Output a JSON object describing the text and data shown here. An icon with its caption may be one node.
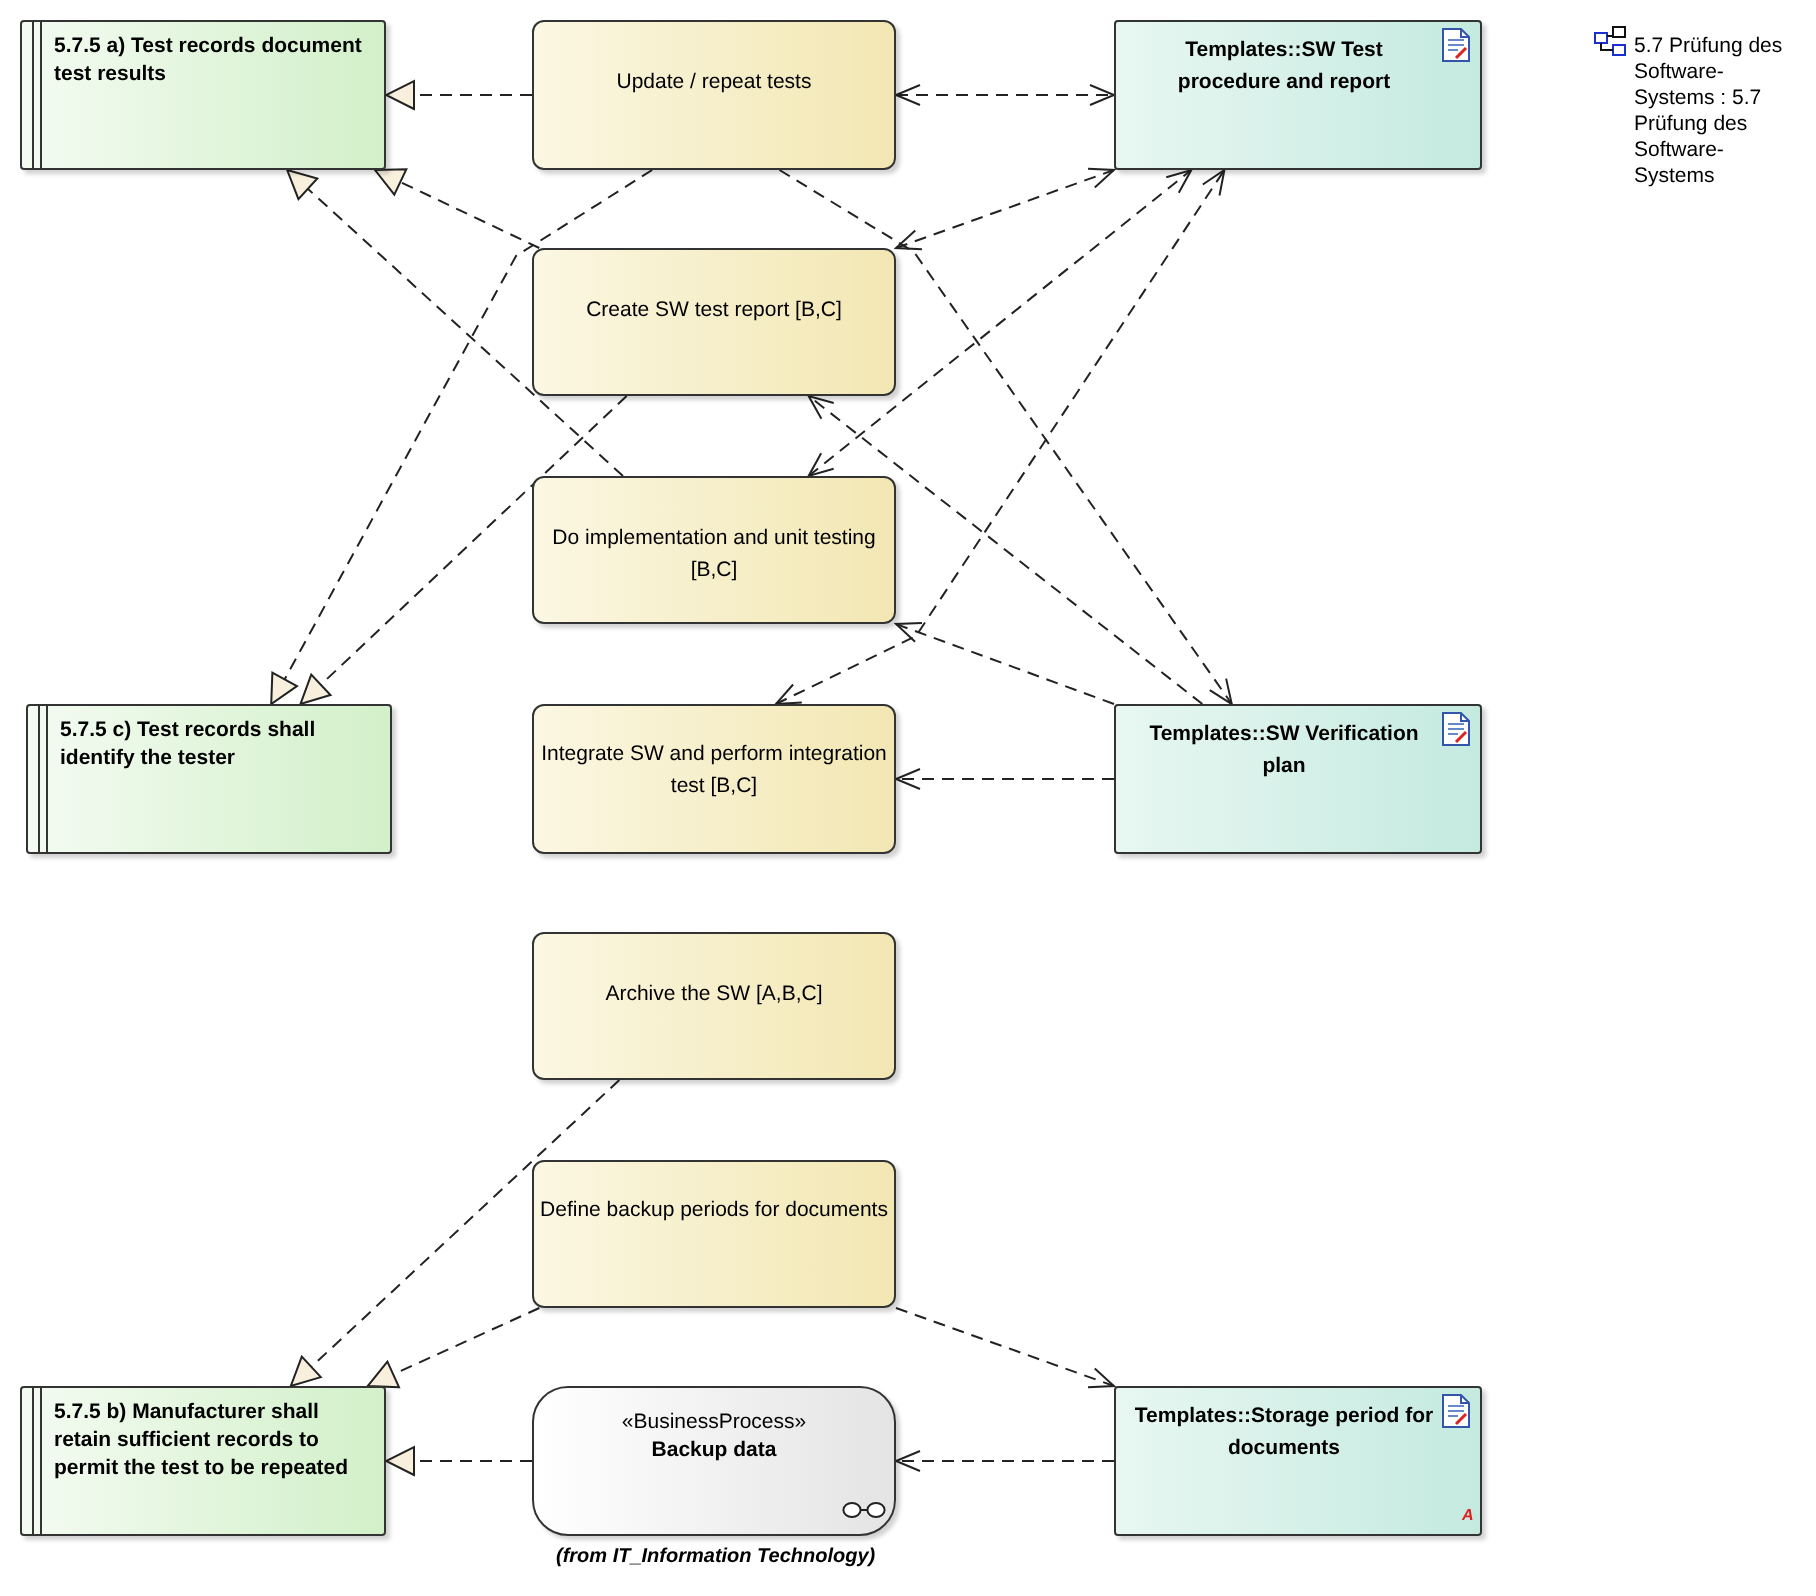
{
  "diagram": {
    "nodes": [
      {
        "text": [
          "5.7.5 a) Test records document test results"
        ]
      },
      {
        "text": [
          "Update / repeat tests"
        ]
      },
      {
        "text": [
          "Templates::SW Test procedure and report"
        ]
      },
      {
        "text": [
          "Create SW test report [B,C]"
        ]
      },
      {
        "text": [
          "Do implementation and unit testing [B,C]"
        ]
      },
      {
        "text": [
          "5.7.5 c) Test records shall identify the tester"
        ]
      },
      {
        "text": [
          "Integrate SW and perform integration test [B,C]"
        ]
      },
      {
        "text": [
          "Templates::SW Verification plan"
        ]
      },
      {
        "text": [
          "Archive the SW [A,B,C]"
        ]
      },
      {
        "text": [
          "Define backup periods for documents"
        ]
      },
      {
        "text": [
          "5.7.5 b) Manufacturer shall retain sufficient records to permit the test to be repeated"
        ]
      },
      {
        "text": [
          "«BusinessProcess»",
          "Backup data"
        ],
        "beside": [
          "(from IT_Information Technology)"
        ]
      },
      {
        "text": [
          "Templates::Storage period for documents"
        ]
      }
    ],
    "edges": [
      {
        "from": 1,
        "to": 0,
        "arrow": "to"
      },
      {
        "from": 1,
        "to": 2,
        "arrow": "both"
      },
      {
        "from": 3,
        "to": 0,
        "arrow": "to"
      },
      {
        "from": 4,
        "to": 0,
        "arrow": "to"
      },
      {
        "from": 1,
        "to": 5,
        "arrow": "to"
      },
      {
        "from": 3,
        "to": 5,
        "arrow": "to"
      },
      {
        "from": 3,
        "to": 2,
        "arrow": "both"
      },
      {
        "from": 4,
        "to": 2,
        "arrow": "both"
      },
      {
        "from": 6,
        "to": 2,
        "arrow": "both"
      },
      {
        "from": 1,
        "to": 7,
        "arrow": "to"
      },
      {
        "from": 7,
        "to": 3,
        "arrow": "to"
      },
      {
        "from": 7,
        "to": 4,
        "arrow": "to"
      },
      {
        "from": 7,
        "to": 6,
        "arrow": "to"
      },
      {
        "from": 8,
        "to": 10,
        "arrow": "to"
      },
      {
        "from": 9,
        "to": 10,
        "arrow": "to"
      },
      {
        "from": 9,
        "to": 12,
        "arrow": "to"
      },
      {
        "from": 11,
        "to": 10,
        "arrow": "to"
      },
      {
        "from": 12,
        "to": 11,
        "arrow": "to"
      }
    ],
    "labels": [
      "5.7 Prüfung des Software-Systems : 5.7 Prüfung des Software-Systems",
      "A"
    ]
  }
}
